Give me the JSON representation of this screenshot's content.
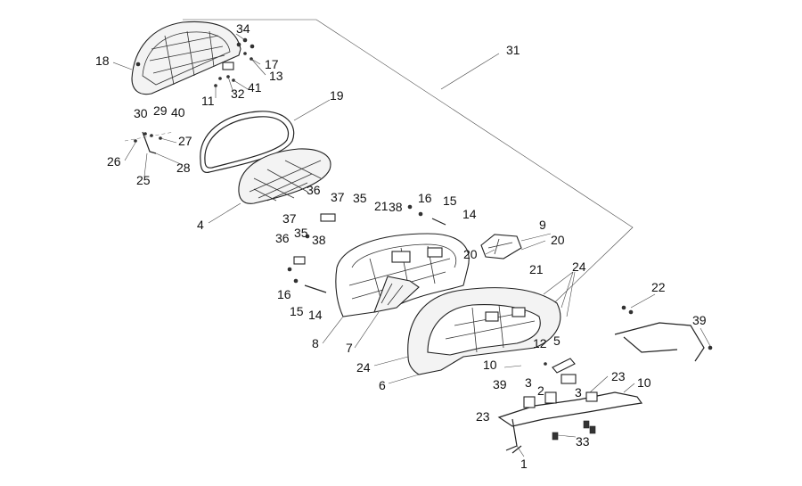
{
  "callouts": {
    "c1": "1",
    "c2": "2",
    "c3a": "3",
    "c3b": "3",
    "c4": "4",
    "c5": "5",
    "c6": "6",
    "c7": "7",
    "c8": "8",
    "c9": "9",
    "c10a": "10",
    "c10b": "10",
    "c11": "11",
    "c12": "12",
    "c13": "13",
    "c14a": "14",
    "c14b": "14",
    "c15a": "15",
    "c15b": "15",
    "c16a": "16",
    "c16b": "16",
    "c17": "17",
    "c18": "18",
    "c19": "19",
    "c20a": "20",
    "c20b": "20",
    "c21a": "21",
    "c21b": "21",
    "c22": "22",
    "c23a": "23",
    "c23b": "23",
    "c24a": "24",
    "c24b": "24",
    "c25": "25",
    "c26": "26",
    "c27": "27",
    "c28": "28",
    "c29": "29",
    "c30": "30",
    "c31": "31",
    "c32": "32",
    "c33": "33",
    "c34": "34",
    "c35a": "35",
    "c35b": "35",
    "c36a": "36",
    "c36b": "36",
    "c37a": "37",
    "c37b": "37",
    "c38a": "38",
    "c38b": "38",
    "c39a": "39",
    "c39b": "39",
    "c40": "40",
    "c41": "41"
  }
}
